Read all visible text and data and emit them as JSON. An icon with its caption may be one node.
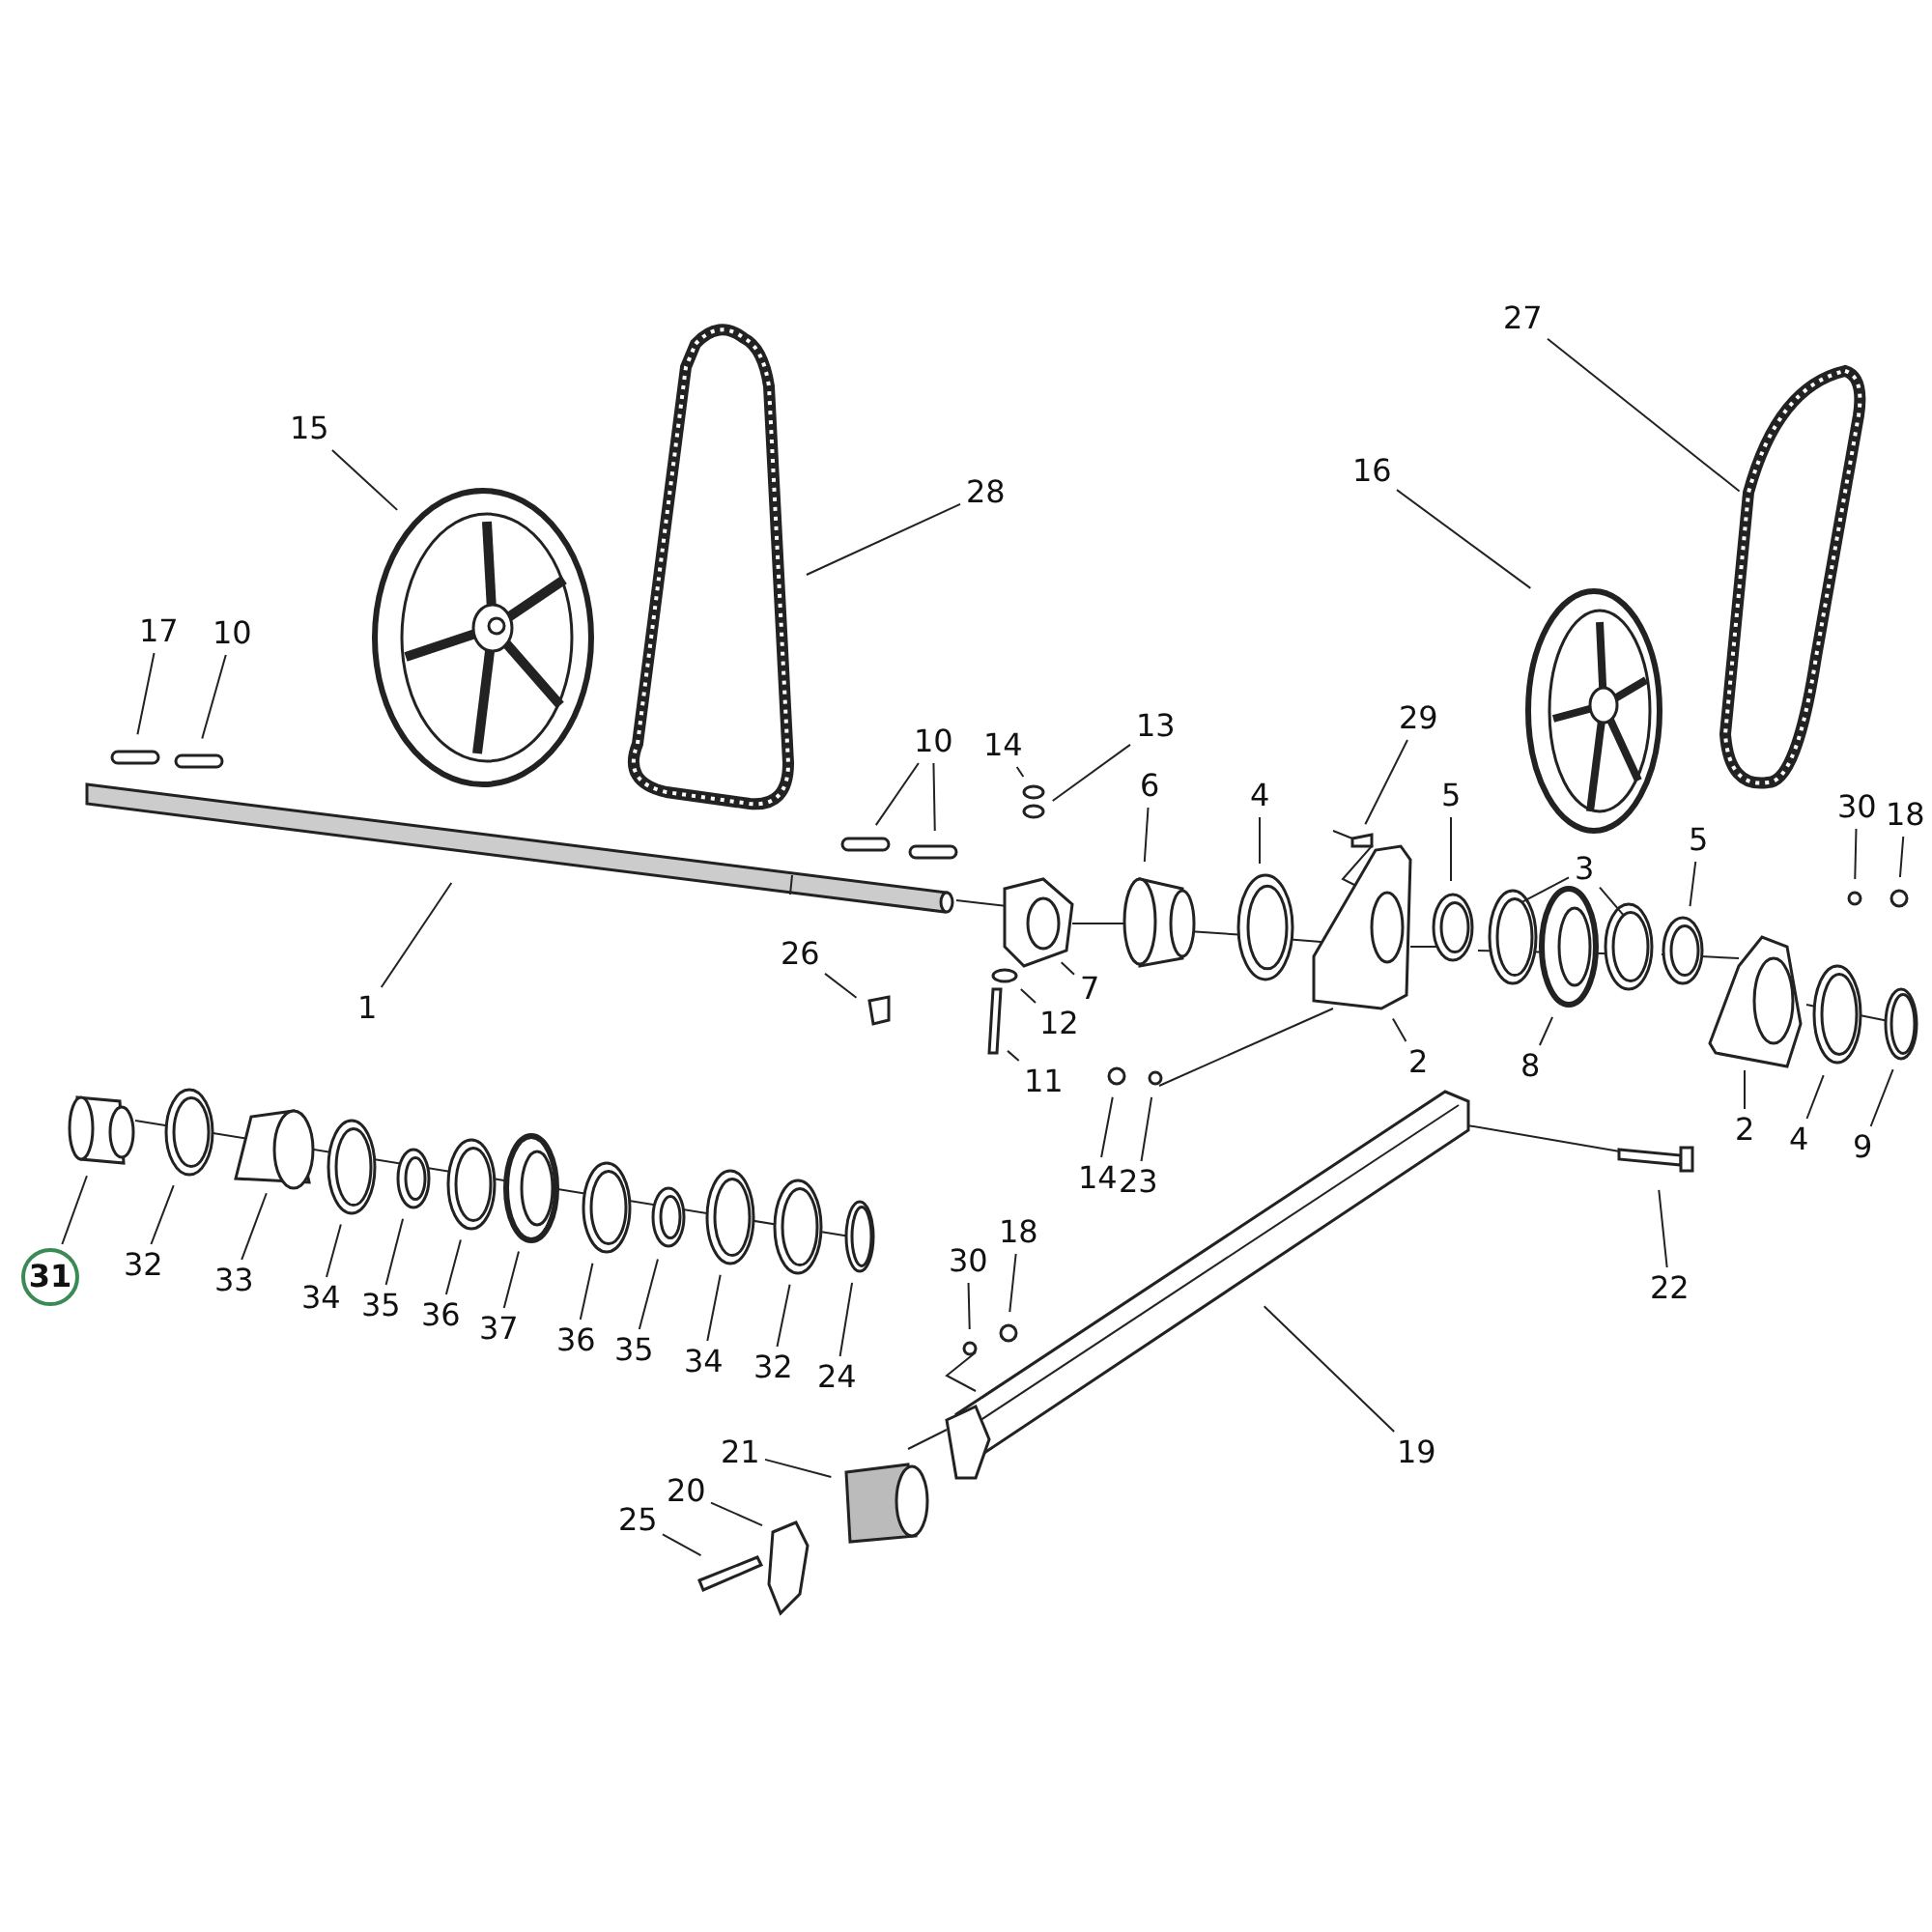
{
  "diagram": {
    "nodes": [
      {
        "text": [
          "15"
        ]
      },
      {
        "text": [
          "28"
        ]
      },
      {
        "text": [
          "17"
        ]
      },
      {
        "text": [
          "10"
        ]
      },
      {
        "text": [
          "1"
        ]
      },
      {
        "text": [
          "10"
        ]
      },
      {
        "text": [
          "14"
        ]
      },
      {
        "text": [
          "13"
        ]
      },
      {
        "text": [
          "26"
        ]
      },
      {
        "text": [
          "6"
        ]
      },
      {
        "text": [
          "4"
        ]
      },
      {
        "text": [
          "29"
        ]
      },
      {
        "text": [
          "5"
        ]
      },
      {
        "text": [
          "16"
        ]
      },
      {
        "text": [
          "27"
        ]
      },
      {
        "text": [
          "3"
        ]
      },
      {
        "text": [
          "5"
        ]
      },
      {
        "text": [
          "30"
        ]
      },
      {
        "text": [
          "18"
        ]
      },
      {
        "text": [
          "7"
        ]
      },
      {
        "text": [
          "12"
        ]
      },
      {
        "text": [
          "11"
        ]
      },
      {
        "text": [
          "2"
        ]
      },
      {
        "text": [
          "8"
        ]
      },
      {
        "text": [
          "2"
        ]
      },
      {
        "text": [
          "4"
        ]
      },
      {
        "text": [
          "9"
        ]
      },
      {
        "text": [
          "14"
        ]
      },
      {
        "text": [
          "23"
        ]
      },
      {
        "text": [
          "22"
        ]
      },
      {
        "text": [
          "31"
        ]
      },
      {
        "text": [
          "32"
        ]
      },
      {
        "text": [
          "33"
        ]
      },
      {
        "text": [
          "34"
        ]
      },
      {
        "text": [
          "35"
        ]
      },
      {
        "text": [
          "36"
        ]
      },
      {
        "text": [
          "37"
        ]
      },
      {
        "text": [
          "36"
        ]
      },
      {
        "text": [
          "35"
        ]
      },
      {
        "text": [
          "34"
        ]
      },
      {
        "text": [
          "32"
        ]
      },
      {
        "text": [
          "24"
        ]
      },
      {
        "text": [
          "30"
        ]
      },
      {
        "text": [
          "18"
        ]
      },
      {
        "text": [
          "19"
        ]
      },
      {
        "text": [
          "21"
        ]
      },
      {
        "text": [
          "20"
        ]
      },
      {
        "text": [
          "25"
        ]
      }
    ],
    "edges": [
      {
        "from": 0,
        "to": null,
        "arrow": "none"
      },
      {
        "from": 1,
        "to": null,
        "arrow": "none"
      },
      {
        "from": 2,
        "to": null,
        "arrow": "none"
      },
      {
        "from": 3,
        "to": null,
        "arrow": "none"
      },
      {
        "from": 4,
        "to": null,
        "arrow": "none"
      },
      {
        "from": 5,
        "to": null,
        "arrow": "none"
      },
      {
        "from": 5,
        "to": null,
        "arrow": "none"
      },
      {
        "from": 6,
        "to": null,
        "arrow": "none"
      },
      {
        "from": 7,
        "to": null,
        "arrow": "none"
      },
      {
        "from": 8,
        "to": null,
        "arrow": "none"
      },
      {
        "from": 9,
        "to": null,
        "arrow": "none"
      },
      {
        "from": 10,
        "to": null,
        "arrow": "none"
      },
      {
        "from": 11,
        "to": null,
        "arrow": "none"
      },
      {
        "from": 12,
        "to": null,
        "arrow": "none"
      },
      {
        "from": 13,
        "to": null,
        "arrow": "none"
      },
      {
        "from": 14,
        "to": null,
        "arrow": "none"
      },
      {
        "from": 15,
        "to": null,
        "arrow": "none"
      },
      {
        "from": 15,
        "to": null,
        "arrow": "none"
      },
      {
        "from": 16,
        "to": null,
        "arrow": "none"
      },
      {
        "from": 17,
        "to": null,
        "arrow": "none"
      },
      {
        "from": 18,
        "to": null,
        "arrow": "none"
      },
      {
        "from": 19,
        "to": null,
        "arrow": "none"
      },
      {
        "from": 20,
        "to": null,
        "arrow": "none"
      },
      {
        "from": 21,
        "to": null,
        "arrow": "none"
      },
      {
        "from": 22,
        "to": null,
        "arrow": "none"
      },
      {
        "from": 23,
        "to": null,
        "arrow": "none"
      },
      {
        "from": 24,
        "to": null,
        "arrow": "none"
      },
      {
        "from": 25,
        "to": null,
        "arrow": "none"
      },
      {
        "from": 26,
        "to": null,
        "arrow": "none"
      },
      {
        "from": 27,
        "to": null,
        "arrow": "none"
      },
      {
        "from": 28,
        "to": null,
        "arrow": "none"
      },
      {
        "from": 29,
        "to": null,
        "arrow": "none"
      },
      {
        "from": 30,
        "to": null,
        "arrow": "none"
      },
      {
        "from": 31,
        "to": null,
        "arrow": "none"
      },
      {
        "from": 32,
        "to": null,
        "arrow": "none"
      },
      {
        "from": 33,
        "to": null,
        "arrow": "none"
      },
      {
        "from": 34,
        "to": null,
        "arrow": "none"
      },
      {
        "from": 35,
        "to": null,
        "arrow": "none"
      },
      {
        "from": 36,
        "to": null,
        "arrow": "none"
      },
      {
        "from": 37,
        "to": null,
        "arrow": "none"
      },
      {
        "from": 38,
        "to": null,
        "arrow": "none"
      },
      {
        "from": 39,
        "to": null,
        "arrow": "none"
      },
      {
        "from": 40,
        "to": null,
        "arrow": "none"
      },
      {
        "from": 41,
        "to": null,
        "arrow": "none"
      },
      {
        "from": 42,
        "to": null,
        "arrow": "none"
      },
      {
        "from": 43,
        "to": null,
        "arrow": "none"
      },
      {
        "from": 44,
        "to": null,
        "arrow": "none"
      },
      {
        "from": 45,
        "to": null,
        "arrow": "none"
      },
      {
        "from": 46,
        "to": null,
        "arrow": "none"
      },
      {
        "from": 47,
        "to": null,
        "arrow": "none"
      }
    ]
  }
}
